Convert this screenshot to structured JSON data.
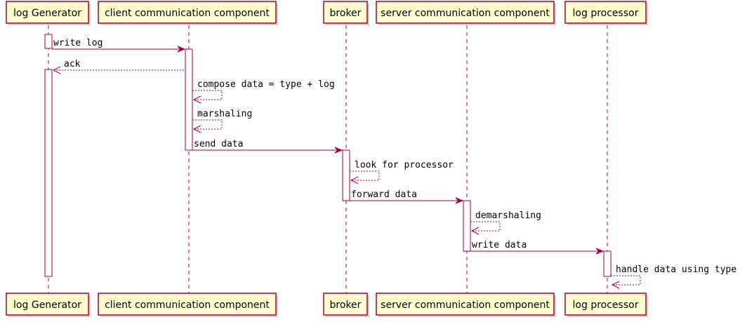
{
  "participants": [
    {
      "id": "log_generator",
      "label": "log Generator"
    },
    {
      "id": "client_comm",
      "label": "client communication component"
    },
    {
      "id": "broker",
      "label": "broker"
    },
    {
      "id": "server_comm",
      "label": "server communication component"
    },
    {
      "id": "log_processor",
      "label": "log processor"
    }
  ],
  "messages": [
    {
      "from": "log_generator",
      "to": "client_comm",
      "label": "write log",
      "style": "solid"
    },
    {
      "from": "client_comm",
      "to": "log_generator",
      "label": "ack",
      "style": "dashed"
    },
    {
      "from": "client_comm",
      "to": "client_comm",
      "label": "compose data = type + log",
      "style": "dashed"
    },
    {
      "from": "client_comm",
      "to": "client_comm",
      "label": "marshaling",
      "style": "dashed"
    },
    {
      "from": "client_comm",
      "to": "broker",
      "label": "send data",
      "style": "solid"
    },
    {
      "from": "broker",
      "to": "broker",
      "label": "look for processor",
      "style": "dashed"
    },
    {
      "from": "broker",
      "to": "server_comm",
      "label": "forward data",
      "style": "solid"
    },
    {
      "from": "server_comm",
      "to": "server_comm",
      "label": "demarshaling",
      "style": "dashed"
    },
    {
      "from": "server_comm",
      "to": "log_processor",
      "label": "write data",
      "style": "solid"
    },
    {
      "from": "log_processor",
      "to": "log_processor",
      "label": "handle data using type",
      "style": "dashed"
    }
  ],
  "colors": {
    "box_fill": "#FEFECE",
    "accent": "#A80036",
    "activation_fill": "#FFFFFF"
  }
}
